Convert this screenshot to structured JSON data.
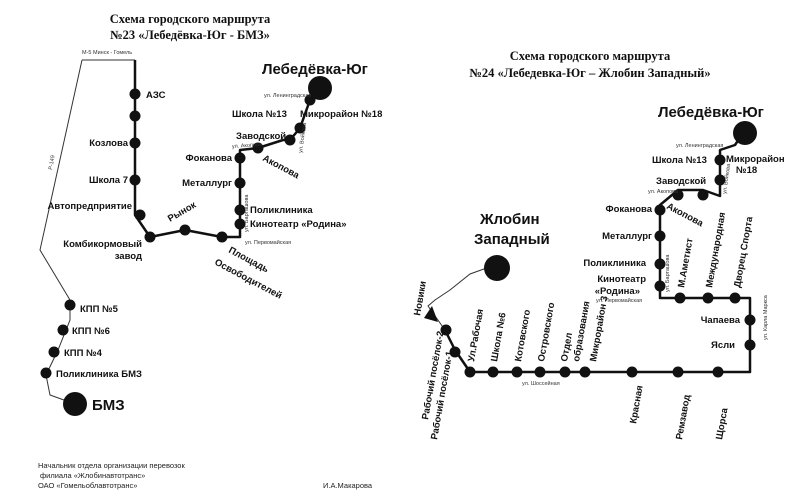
{
  "titles": {
    "r23_line1": "Схема городского маршрута",
    "r23_line2": "№23 «Лебедёвка-Юг - БМЗ»",
    "r24_line1": "Схема городского маршрута",
    "r24_line2": "№24 «Лебедевка-Юг – Жлобин Западный»"
  },
  "route23": {
    "terminus_top": "Лебедёвка-Юг",
    "terminus_bottom": "БМЗ",
    "stops": {
      "azs": "АЗС",
      "kozlova": "Козлова",
      "shkola7": "Школа 7",
      "avtopredpriyatie": "Автопредприятие",
      "kombikormovy1": "Комбикормовый",
      "kombikormovy2": "завод",
      "rynok": "Рынок",
      "ploshchad1": "Площадь",
      "ploshchad2": "Освободителей",
      "kinoteatr": "Кинотеатр «Родина»",
      "poliklinika": "Поликлиника",
      "metallurg": "Металлург",
      "fokanova": "Фоканова",
      "akopova": "Акопова",
      "zavodskoy": "Заводской",
      "shkola13": "Школа №13",
      "mikrorayon18": "Микрорайон №18",
      "kpp5": "КПП №5",
      "kpp6": "КПП №6",
      "kpp4": "КПП №4",
      "poliklinika_bmz": "Поликлиника БМЗ"
    },
    "streets": {
      "m5": "М-5 Минск - Гомель",
      "r149": "Р-149",
      "barykina": "ул. Барташова",
      "pervomayskaya": "ул. Первомайская",
      "akopova": "ул. Акопова",
      "voykova": "ул. Войкова",
      "leningradskaya": "ул. Ленинградская"
    }
  },
  "route24": {
    "terminus_top": "Лебедёвка-Юг",
    "terminus_left1": "Жлобин",
    "terminus_left2": "Западный",
    "stops": {
      "shkola13": "Школа №13",
      "mikrorayon18a": "Микрорайон",
      "mikrorayon18b": "№18",
      "zavodskoy": "Заводской",
      "fokanova": "Фоканова",
      "akopova": "Акопова",
      "metallurg": "Металлург",
      "poliklinika": "Поликлиника",
      "kinoteatr1": "Кинотеатр",
      "kinoteatr2": "«Родина»",
      "m_ametist": "М.Аметист",
      "mezhdunarodnaya": "Международная",
      "dvorets_sporta": "Дворец Спорта",
      "chapaeva": "Чапаева",
      "yasli": "Ясли",
      "shchorsa": "Щорса",
      "remzavod": "Ремзавод",
      "krasnaya": "Красная",
      "mikrorayon3": "Микрорайон 3",
      "otdel": "Отдел",
      "obrazovaniya": "образования",
      "ostrovskogo": "Островского",
      "kotovskogo": "Котовского",
      "shkola6": "Школа №6",
      "ul_rabochaya": "Ул.Рабочая",
      "rabochiy1": "Рабочий посёлок-1",
      "rabochiy2": "Рабочий посёлок-2",
      "noviki": "Новики"
    },
    "streets": {
      "leningradskaya": "ул. Ленинградская",
      "akopova": "ул. Акопова",
      "voykova": "ул. Войкова",
      "barykina": "ул. Барташова",
      "pervomayskaya": "ул. Первомайская",
      "karla_marksa": "ул. Карла Маркса",
      "shossejnaya": "ул. Шоссейная"
    }
  },
  "footer": {
    "line1": "Начальник отдела организации перевозок",
    "line2": "филиала «Жлобинавтотранс»",
    "line3": "ОАО «Гомельоблавтотранс»",
    "signature": "И.А.Макарова"
  }
}
